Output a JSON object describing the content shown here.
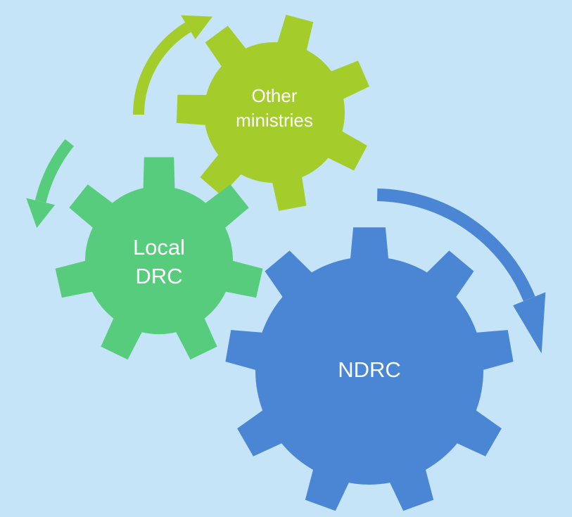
{
  "background": "#c5e4f8",
  "gears": [
    {
      "id": "ndrc",
      "lines": [
        "NDRC"
      ],
      "color": "#4a86d3"
    },
    {
      "id": "local-drc",
      "lines": [
        "Local",
        "DRC"
      ],
      "color": "#58cc7d"
    },
    {
      "id": "other-ministries",
      "lines": [
        "Other",
        "ministries"
      ],
      "color": "#a4cd2b"
    }
  ],
  "arrows": [
    {
      "id": "ndrc-arrow",
      "color": "#4a86d3",
      "direction": "clockwise"
    },
    {
      "id": "local-drc-arrow",
      "color": "#58cc7d",
      "direction": "counter-clockwise"
    },
    {
      "id": "other-ministries-arrow",
      "color": "#a4cd2b",
      "direction": "clockwise"
    }
  ]
}
